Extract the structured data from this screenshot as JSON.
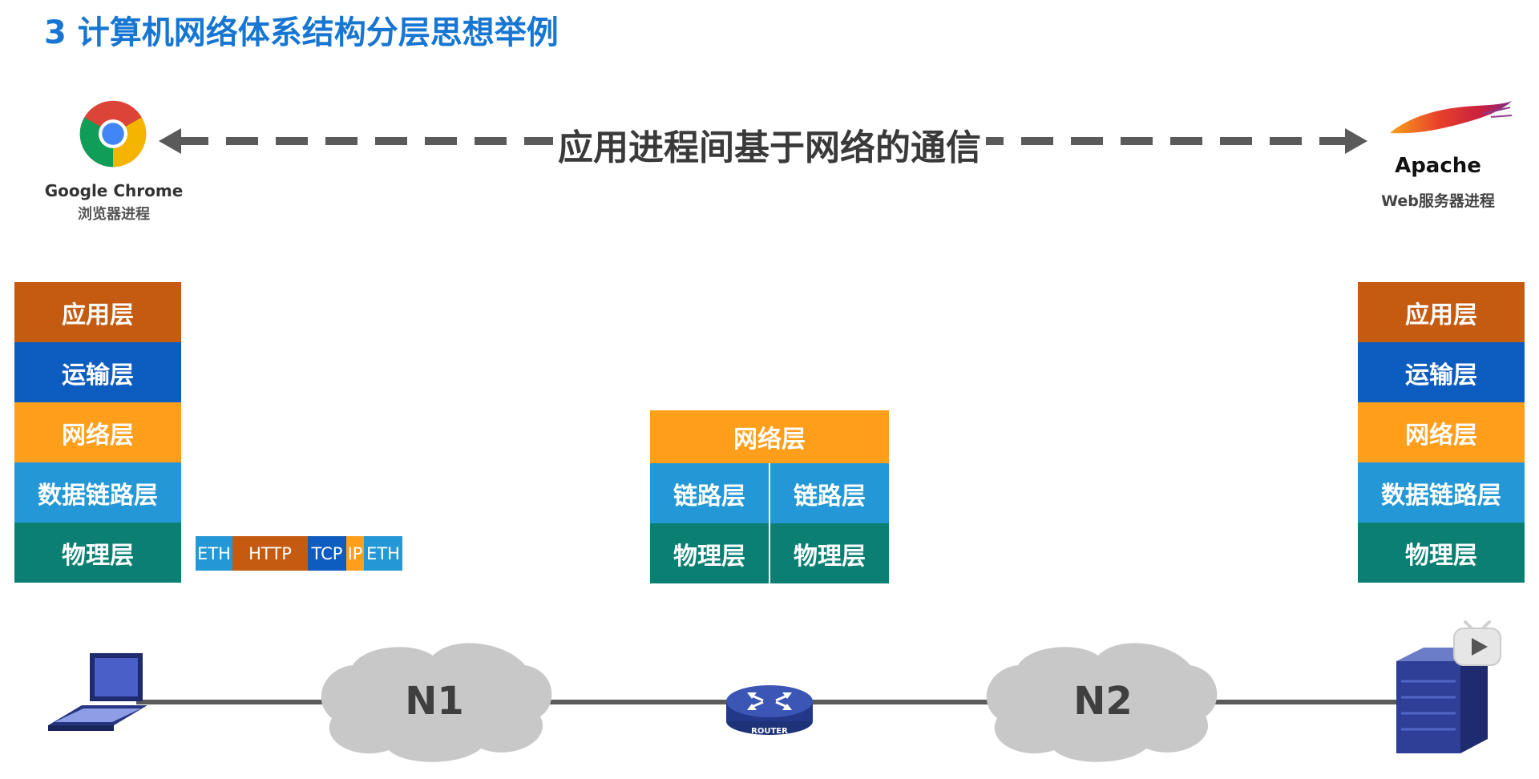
{
  "title": "3 计算机网络体系结构分层思想举例",
  "client": {
    "name": "Google Chrome",
    "process": "浏览器进程"
  },
  "server": {
    "name": "Apache",
    "process": "Web服务器进程"
  },
  "communication_label": "应用进程间基于网络的通信",
  "host_layers": [
    "应用层",
    "运输层",
    "网络层",
    "数据链路层",
    "物理层"
  ],
  "router_layers": {
    "network": "网络层",
    "link_left": "链路层",
    "link_right": "链路层",
    "physical_left": "物理层",
    "physical_right": "物理层"
  },
  "packet": [
    "ETH",
    "HTTP",
    "TCP",
    "IP",
    "ETH"
  ],
  "networks": {
    "n1": "N1",
    "n2": "N2"
  },
  "router_label": "ROUTER",
  "colors": {
    "title": "#1676d2",
    "application": "#c55a11",
    "transport": "#0d5cbf",
    "network": "#ff9e1b",
    "datalink": "#2498d6",
    "physical": "#0b7f72"
  },
  "icons": [
    "chrome-logo-icon",
    "apache-feather-icon",
    "laptop-icon",
    "router-icon",
    "server-icon",
    "play-icon"
  ]
}
